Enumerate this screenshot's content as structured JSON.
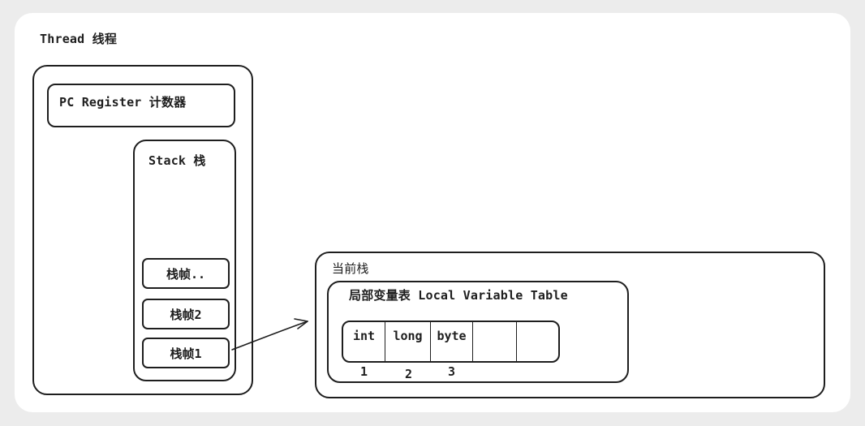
{
  "thread": {
    "label": "Thread 线程"
  },
  "pc_register": {
    "label": "PC Register 计数器"
  },
  "stack": {
    "label": "Stack 栈",
    "frames": [
      "栈帧..",
      "栈帧2",
      "栈帧1"
    ]
  },
  "current_stack": {
    "label": "当前栈",
    "local_variable_table": {
      "label": "局部变量表 Local Variable Table",
      "slots": [
        "int",
        "long",
        "byte",
        "",
        ""
      ],
      "indices": [
        "1",
        "2",
        "3"
      ]
    }
  },
  "colors": {
    "stroke": "#1e1e1e",
    "canvas": "#ffffff",
    "backdrop": "#ececec"
  }
}
